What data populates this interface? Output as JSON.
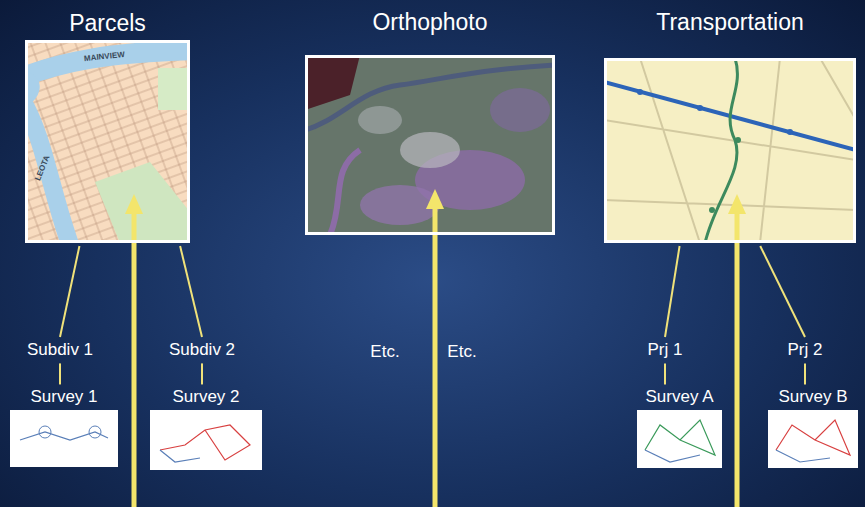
{
  "diagram": {
    "nodes": [
      {
        "text": [
          "Parcels"
        ]
      },
      {
        "text": [
          "Orthophoto"
        ]
      },
      {
        "text": [
          "Transportation"
        ]
      },
      {
        "text": [
          "Subdiv 1"
        ]
      },
      {
        "text": [
          "Subdiv 2"
        ]
      },
      {
        "text": [
          "Survey 1"
        ]
      },
      {
        "text": [
          "Survey 2"
        ]
      },
      {
        "text": [
          "Prj 1"
        ]
      },
      {
        "text": [
          "Prj 2"
        ]
      },
      {
        "text": [
          "Survey A"
        ]
      },
      {
        "text": [
          "Survey B"
        ]
      }
    ],
    "edges": [
      {
        "from": 0,
        "to": 3,
        "arrow": "none"
      },
      {
        "from": 3,
        "to": 5,
        "arrow": "none"
      },
      {
        "from": 0,
        "to": 4,
        "arrow": "none"
      },
      {
        "from": 4,
        "to": 6,
        "arrow": "none"
      },
      {
        "from": 2,
        "to": 7,
        "arrow": "none"
      },
      {
        "from": 7,
        "to": 9,
        "arrow": "none"
      },
      {
        "from": 2,
        "to": 8,
        "arrow": "none"
      },
      {
        "from": 8,
        "to": 10,
        "arrow": "none"
      }
    ],
    "labels": [
      "Etc.",
      "Etc.",
      "MAINVIEW",
      "LEOTA"
    ]
  }
}
